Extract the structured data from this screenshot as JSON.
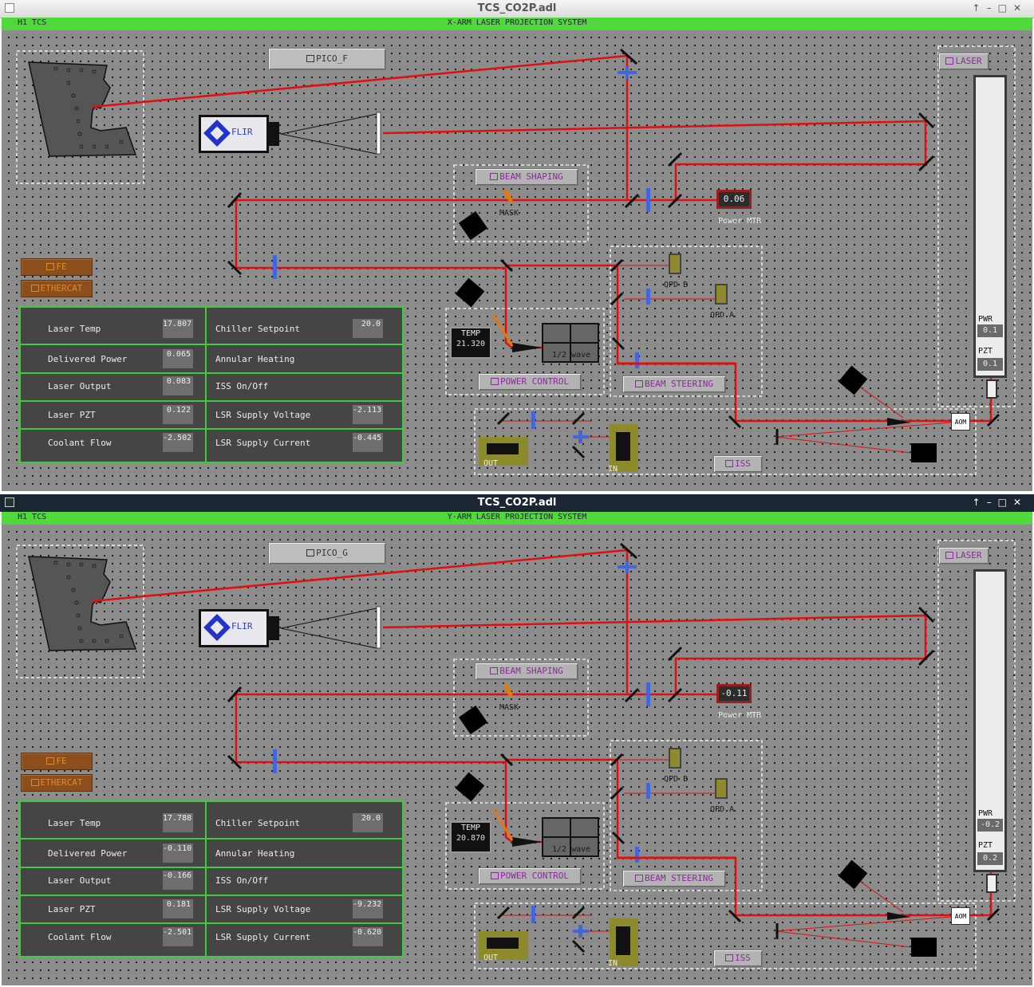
{
  "windows": [
    {
      "title": "TCS_CO2P.adl",
      "header_left": "H1 TCS",
      "header_center": "X-ARM LASER PROJECTION SYSTEM",
      "pico_button": "PICO_F",
      "flir_label": "FLIR",
      "beam_shaping_button": "BEAM SHAPING",
      "mask_label": "MASK",
      "power_meter_value": "0.06",
      "power_meter_label": "Power MTR",
      "laser_button": "LASER",
      "pwr_label": "PWR",
      "pwr_value": "0.1",
      "pzt_label": "PZT",
      "pzt_value": "0.1",
      "fe_button": "FE",
      "ethercat_button": "ETHERCAT",
      "qpd_b_label": "QPD B",
      "qpd_a_label": "QPD A",
      "temp_label": "TEMP",
      "temp_value": "21.320",
      "half_wave_label": "1/2 wave",
      "power_control_button": "POWER CONTROL",
      "beam_steering_button": "BEAM STEERING",
      "aom_label": "AOM",
      "out_label": "OUT",
      "in_label": "IN",
      "iss_button": "ISS",
      "table_left": [
        {
          "label": "Laser Temp",
          "value": "17.807"
        },
        {
          "label": "Delivered Power",
          "value": "0.065"
        },
        {
          "label": "Laser Output",
          "value": "0.083"
        },
        {
          "label": "Laser PZT",
          "value": "0.122"
        },
        {
          "label": "Coolant Flow",
          "value": "-2.502"
        }
      ],
      "table_right": [
        {
          "label": "Chiller Setpoint",
          "value": "20.0"
        },
        {
          "label": "Annular Heating",
          "value": ""
        },
        {
          "label": "ISS On/Off",
          "value": ""
        },
        {
          "label": "LSR Supply Voltage",
          "value": "-2.113"
        },
        {
          "label": "LSR Supply Current",
          "value": "-0.445"
        }
      ]
    },
    {
      "title": "TCS_CO2P.adl",
      "header_left": "H1 TCS",
      "header_center": "Y-ARM LASER PROJECTION SYSTEM",
      "pico_button": "PICO_G",
      "flir_label": "FLIR",
      "beam_shaping_button": "BEAM SHAPING",
      "mask_label": "MASK",
      "power_meter_value": "-0.11",
      "power_meter_label": "Power MTR",
      "laser_button": "LASER",
      "pwr_label": "PWR",
      "pwr_value": "-0.2",
      "pzt_label": "PZT",
      "pzt_value": "0.2",
      "fe_button": "FE",
      "ethercat_button": "ETHERCAT",
      "qpd_b_label": "QPD B",
      "qpd_a_label": "QPD A",
      "temp_label": "TEMP",
      "temp_value": "20.870",
      "half_wave_label": "1/2 wave",
      "power_control_button": "POWER CONTROL",
      "beam_steering_button": "BEAM STEERING",
      "aom_label": "AOM",
      "out_label": "OUT",
      "in_label": "IN",
      "iss_button": "ISS",
      "table_left": [
        {
          "label": "Laser Temp",
          "value": "17.788"
        },
        {
          "label": "Delivered Power",
          "value": "-0.110"
        },
        {
          "label": "Laser Output",
          "value": "-0.166"
        },
        {
          "label": "Laser PZT",
          "value": "0.181"
        },
        {
          "label": "Coolant Flow",
          "value": "-2.501"
        }
      ],
      "table_right": [
        {
          "label": "Chiller Setpoint",
          "value": "20.0"
        },
        {
          "label": "Annular Heating",
          "value": ""
        },
        {
          "label": "ISS On/Off",
          "value": ""
        },
        {
          "label": "LSR Supply Voltage",
          "value": "-9.232"
        },
        {
          "label": "LSR Supply Current",
          "value": "-0.620"
        }
      ]
    }
  ],
  "colors": {
    "beam": "#e01010",
    "header_green": "#4fd93a",
    "table_border": "#3ecc3a",
    "power_meter_border": "#9a1e1e",
    "button_purple_text": "#8a2b9a",
    "button_orange": "#8a4f1d"
  }
}
